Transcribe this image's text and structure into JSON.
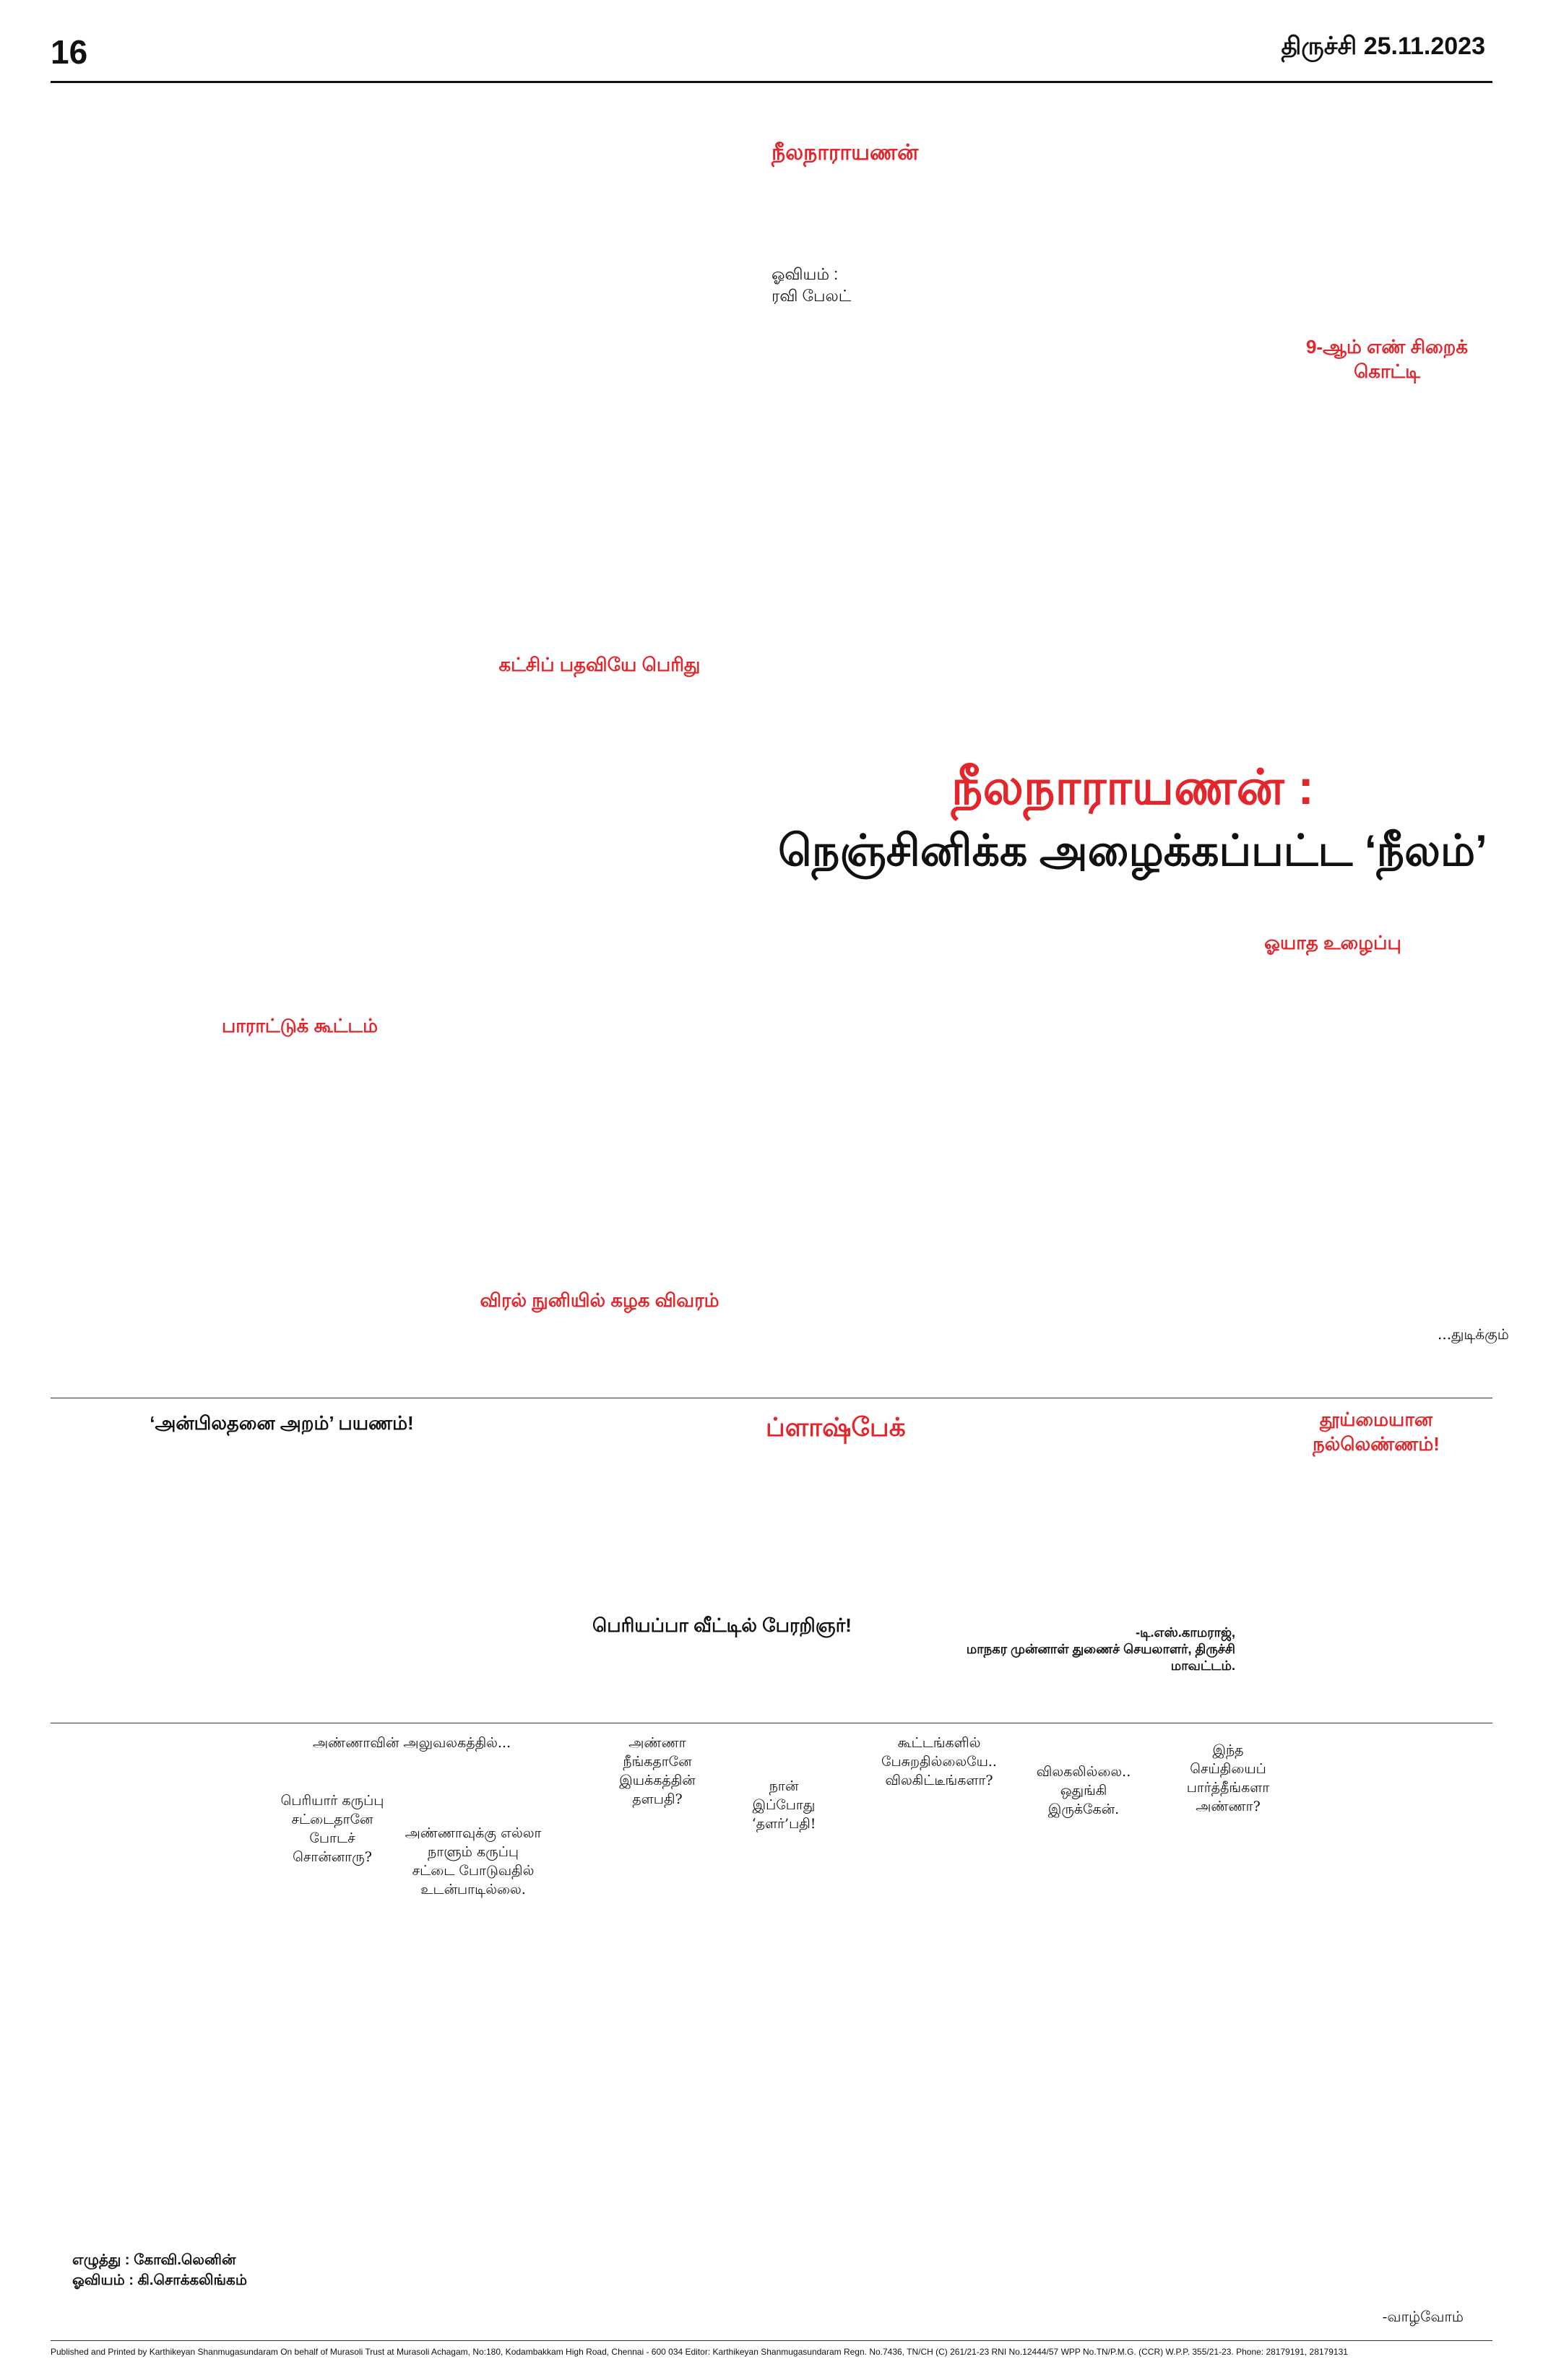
{
  "page_number": "16",
  "edition_date": "திருச்சி 25.11.2023",
  "intro": {
    "text": "",
    "highlight": "நீலநாராயணன்"
  },
  "credit": {
    "label": "ஓவியம் :",
    "name": "ரவி பேலட்"
  },
  "article": {
    "title_line1": "நீலநாராயணன் :",
    "title_line2": "நெஞ்சினிக்க அழைக்கப்பட்ட ‘நீலம்’",
    "subheads": [
      "பாராட்டுக் கூட்டம்",
      "கட்சிப் பதவியே பெரிது",
      "விரல் நுனியில் கழக விவரம்",
      "9-ஆம் எண் சிறைக் கொட்டி",
      "ஓயாத உழைப்பு"
    ],
    "end_mark": "...துடிக்கும்"
  },
  "flashback": "ப்ளாஷ்பேக்",
  "sections": {
    "anbu_title": "‘அன்பிலதனை அறம்’ பயணம்!",
    "periyar_title": "பெரியப்பா வீட்டில் பேரறிஞர்!",
    "periyar_author": "-டி.எஸ்.காமராஜ்,",
    "periyar_author_sub": "மாநகர முன்னாள் துணைச் செயலாளர், திருச்சி மாவட்டம்."
  },
  "box": {
    "title": "தூய்மையான நல்லெண்ணம்!",
    "text": ""
  },
  "cartoon": {
    "bubbles": [
      "அண்ணாவின் அலுவலகத்தில்...",
      "பெரியார் கருப்பு சட்டைதானே போடச் சொன்னாரு?",
      "அண்ணாவுக்கு எல்லா நாளும் கருப்பு சட்டை போடுவதில் உடன்பாடில்லை.",
      "அண்ணா நீங்கதானே இயக்கத்தின் தளபதி?",
      "நான் இப்போது ‘தளர்’பதி!",
      "கூட்டங்களில் பேசுறதில்லையே.. விலகிட்டீங்களா?",
      "விலகலில்லை.. ஒதுங்கி இருக்கேன்.",
      "இந்த செய்தியைப் பார்த்தீங்களா அண்ணா?"
    ],
    "credits": [
      "எழுத்து : கோவி.லெனின்",
      "ஓவியம் : கி.சொக்கலிங்கம்"
    ],
    "signoff": "-வாழ்வோம்"
  },
  "footer": "Published and Printed by Karthikeyan Shanmugasundaram On behalf of Murasoli Trust at Murasoli Achagam, No:180, Kodambakkam High Road, Chennai - 600 034 Editor: Karthikeyan Shanmugasundaram Regn. No.7436, TN/CH (C) 261/21-23 RNI No.12444/57 WPP No.TN/P.M.G. (CCR) W.P.P. 355/21-23. Phone: 28179191, 28179131"
}
